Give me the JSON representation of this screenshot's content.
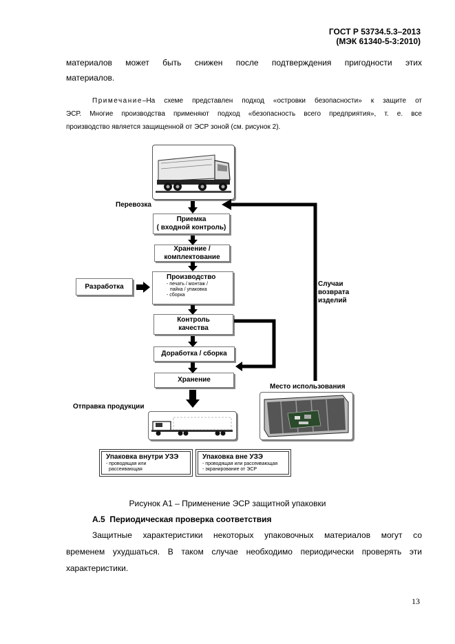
{
  "header": {
    "line1": "ГОСТ Р 53734.5.3–2013",
    "line2": "(МЭК 61340-5-3:2010)"
  },
  "intro_paragraph": "материалов может быть снижен после подтверждения пригодности этих материалов.",
  "intro_line1": "материалов может быть снижен после подтверждения пригодности этих",
  "intro_line2": "материалов.",
  "note": {
    "label": "Примечание",
    "line1_rest": "–На схеме представлен подход «островки безопасности» к защите от",
    "line2": "ЭСР. Многие производства применяют подход «безопасность всего предприятия», т. е. все",
    "line3": "производство является защищенной от ЭСР зоной (см. рисунок 2)."
  },
  "diagram": {
    "label_transport": "Перевозка",
    "box_receiving_1": "Приемка",
    "box_receiving_2": "( входной контроль)",
    "box_storage1_1": "Хранение /",
    "box_storage1_2": "комплектование",
    "box_production": "Производство",
    "production_items": [
      "- печать / монтаж /",
      "пайка / упаковка",
      "- сборка"
    ],
    "box_development": "Разработка",
    "box_qc_1": "Контроль",
    "box_qc_2": "качества",
    "box_rework": "Доработка / сборка",
    "box_storage2": "Хранение",
    "label_shipping": "Отправка продукции",
    "label_returns": [
      "Случаи",
      "возврата",
      "изделий"
    ],
    "label_place_of_use": "Место использования",
    "pack_inside_title": "Упаковка внутри УЗЭ",
    "pack_inside_items": [
      "- проводящая или",
      "рассеивающая"
    ],
    "pack_outside_title": "Упаковка вне УЗЭ",
    "pack_outside_items": [
      "- проводящая или рассеивающая",
      "- экранирование от ЭСР"
    ]
  },
  "caption": "Рисунок А1 – Применение ЭСР защитной упаковки",
  "section": {
    "number": "А.5",
    "title": "Периодическая проверка соответствия"
  },
  "body": {
    "line1": "Защитные характеристики некоторых упаковочных материалов могут со",
    "line2": "временем ухудшаться. В таком случае необходимо периодически проверять эти",
    "line3": "характеристики."
  },
  "page_number": "13"
}
